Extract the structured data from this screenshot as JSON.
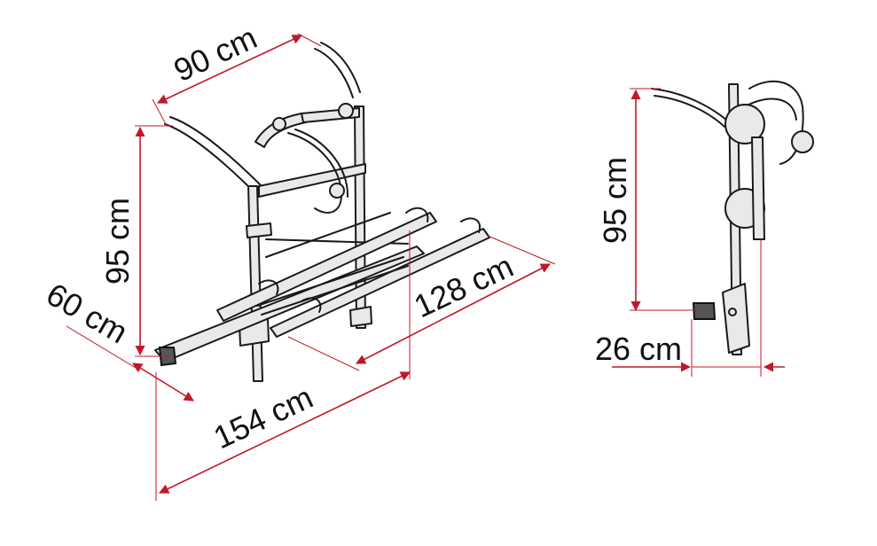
{
  "dimensions": {
    "width_top": "90 cm",
    "height_front": "95 cm",
    "depth_side": "60 cm",
    "rail_length": "128 cm",
    "overall_width": "154 cm",
    "height_side": "95 cm",
    "depth_side_view": "26 cm"
  },
  "colors": {
    "dimension": "#c0182a",
    "outline": "#1a1a1a"
  }
}
